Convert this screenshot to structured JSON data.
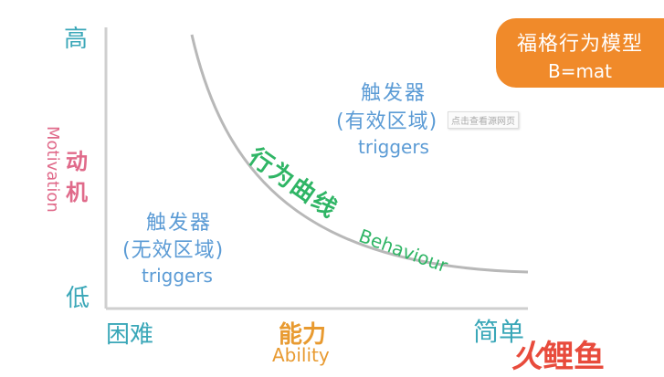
{
  "axes": {
    "y_high": "高",
    "y_low": "低",
    "y_label_cn": "动机",
    "y_label_en": "Motivation",
    "x_left": "困难",
    "x_label_cn": "能力",
    "x_label_en": "Ability",
    "x_right": "简单"
  },
  "badge": {
    "title": "福格行为模型",
    "formula": "B=mat"
  },
  "zones": {
    "low": {
      "cn": "触发器",
      "paren": "(无效区域)",
      "en": "triggers"
    },
    "high": {
      "cn": "触发器",
      "paren": "(有效区域)",
      "en": "triggers"
    }
  },
  "curve": {
    "label_cn": "行为曲线",
    "label_en": "Behaviour"
  },
  "tooltip": "点击查看源网页",
  "logo": {
    "part1": "火",
    "part2": "鲤",
    "part3": "鱼"
  },
  "colors": {
    "axis": "#cfcfcf",
    "curve": "#b8b8b8",
    "badge": "#f08a2a",
    "teal": "#3aa7b8",
    "blue": "#5b9bd5",
    "pink": "#e06a8a",
    "green": "#2fb565",
    "orange": "#e89a30",
    "logo": "#e84b3c"
  }
}
